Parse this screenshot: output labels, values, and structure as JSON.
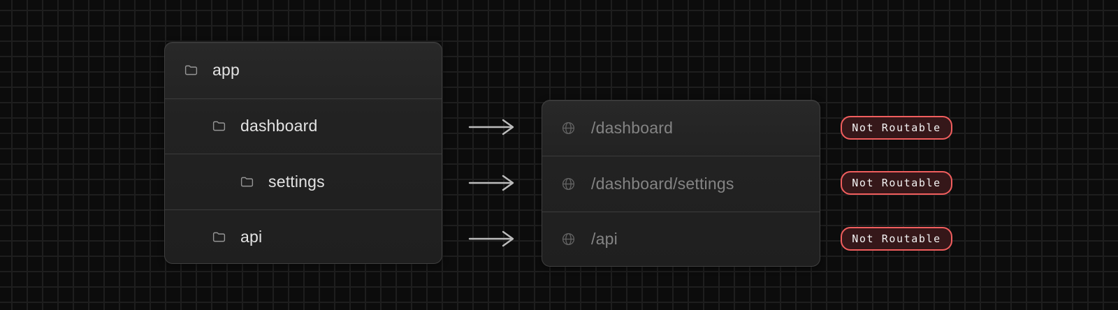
{
  "file_tree": {
    "rows": [
      {
        "label": "app",
        "indent": 0
      },
      {
        "label": "dashboard",
        "indent": 1
      },
      {
        "label": "settings",
        "indent": 2
      },
      {
        "label": "api",
        "indent": 1
      }
    ]
  },
  "routes": {
    "rows": [
      {
        "path": "/dashboard"
      },
      {
        "path": "/dashboard/settings"
      },
      {
        "path": "/api"
      }
    ]
  },
  "badges": {
    "items": [
      {
        "label": "Not Routable"
      },
      {
        "label": "Not Routable"
      },
      {
        "label": "Not Routable"
      }
    ]
  },
  "colors": {
    "background": "#0c0c0c",
    "grid_line": "#1e1e1e",
    "card_background": "#242424",
    "card_border": "#3f3f3f",
    "tree_text": "#e3e3e3",
    "route_text": "#848484",
    "arrow": "#bcbcbc",
    "badge_border": "#f15e5e",
    "badge_background": "#351719",
    "badge_text": "#f3f3f3"
  }
}
